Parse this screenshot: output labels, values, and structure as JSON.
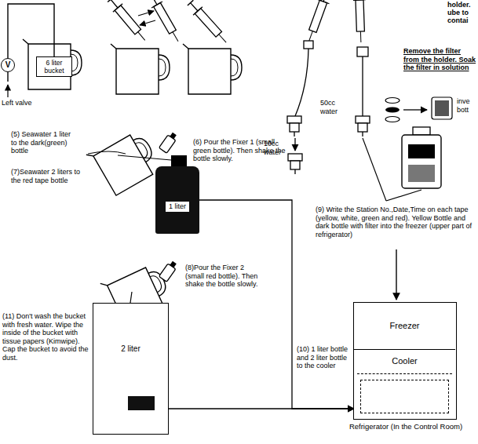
{
  "diagram": {
    "nodes": [
      {
        "text": [
          "V"
        ]
      },
      {
        "text": [
          "6 liter bucket"
        ]
      },
      {
        "text": [
          "1 liter"
        ]
      },
      {
        "text": [
          "2 liter"
        ]
      },
      {
        "text": [
          "Refrigerator (In the Control Room)"
        ]
      },
      {
        "text": [
          "Freezer"
        ],
        "in": 4
      },
      {
        "text": [
          "Cooler"
        ],
        "in": 4
      }
    ],
    "edges": [
      {
        "from": 0,
        "to": 1,
        "arrow": "none"
      },
      {
        "from": 2,
        "to": 6,
        "arrow": "to"
      },
      {
        "from": 3,
        "to": 6,
        "arrow": "to"
      }
    ],
    "labels": [
      "Left valve",
      "holder.",
      "ube to",
      "contai",
      "Remove the filter from the holder. Soak the filter in solution",
      "inve",
      "bott",
      "50cc water",
      "10cc water",
      "(5) Seawater 1 liter to the dark(green) bottle",
      "(7)Seawater 2 liters to the red tape bottle",
      "(6) Pour the Fixer 1 (small green bottle). Then shake the bottle slowly.",
      "(8)Pour the Fixer 2 (small red bottle). Then shake the bottle slowly.",
      "(9) Write the Station No.,Date,Time on each tape (yellow, white, green and red). Yellow Bottle and dark bottle with filter into the freezer (upper part of refrigerator)",
      "(10) 1 liter bottle and 2 liter bottle to the cooler",
      "(11) Don't wash the bucket with fresh water. Wipe the inside of the bucket with tissue papers (Kimwipe). Cap the bucket to avoid the dust."
    ]
  }
}
